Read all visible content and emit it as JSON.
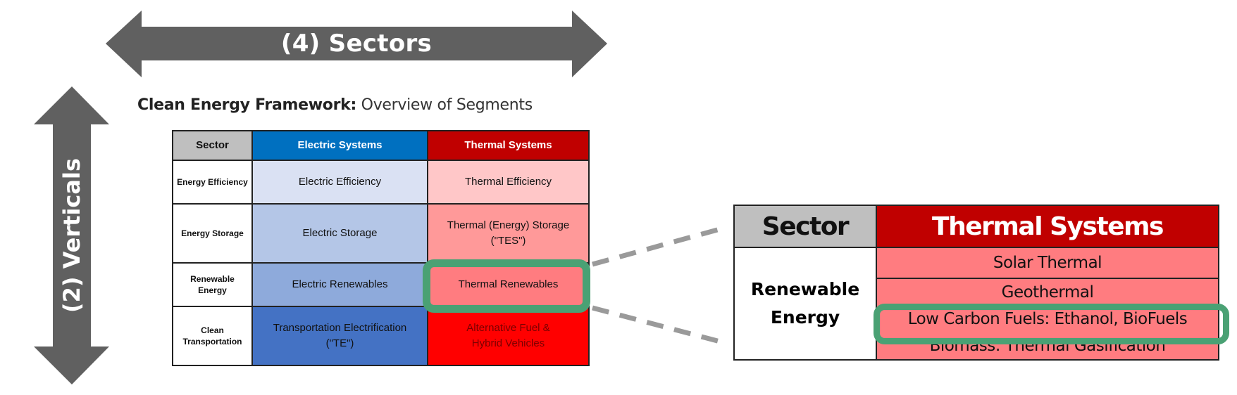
{
  "arrows": {
    "horizontal": {
      "label": "(4) Sectors",
      "direction": "left-right",
      "color": "#606060"
    },
    "vertical": {
      "label": "(2) Verticals",
      "direction": "up-down",
      "color": "#606060"
    }
  },
  "title": {
    "bold": "Clean Energy Framework:",
    "regular": "Overview of Segments"
  },
  "overview_table": {
    "headers": [
      {
        "label": "Sector",
        "bg": "#bfbfbf",
        "color": "#111111"
      },
      {
        "label": "Electric Systems",
        "bg": "#0070c0",
        "color": "#ffffff"
      },
      {
        "label": "Thermal Systems",
        "bg": "#c00000",
        "color": "#ffffff"
      }
    ],
    "rows": [
      {
        "sector": "Energy Efficiency",
        "electric": "Electric Efficiency",
        "electric_bg": "#dae1f3",
        "thermal": "Thermal Efficiency",
        "thermal_bg": "#ffc7c8",
        "thermal_color": "#111111"
      },
      {
        "sector": "Energy Storage",
        "electric": "Electric Storage",
        "electric_bg": "#b4c6e7",
        "thermal": "Thermal (Energy) Storage (\"TES\")",
        "thermal_bg": "#ff9999",
        "thermal_color": "#111111"
      },
      {
        "sector": "Renewable Energy",
        "electric": "Electric Renewables",
        "electric_bg": "#8eaadb",
        "thermal": "Thermal Renewables",
        "thermal_bg": "#ff7c80",
        "thermal_color": "#111111",
        "highlighted": true
      },
      {
        "sector": "Clean Transportation",
        "electric": "Transportation Electrification (\"TE\")",
        "electric_bg": "#4472c4",
        "thermal": "Alternative Fuel & Hybrid Vehicles",
        "thermal_bg": "#ff0000",
        "thermal_color": "#7a0000"
      }
    ]
  },
  "detail_table": {
    "headers": [
      {
        "label": "Sector",
        "bg": "#bfbfbf",
        "color": "#111111"
      },
      {
        "label": "Thermal Systems",
        "bg": "#c00000",
        "color": "#ffffff"
      }
    ],
    "sector": "Renewable Energy",
    "items": [
      {
        "label": "Solar Thermal"
      },
      {
        "label": "Geothermal"
      },
      {
        "label": "Low Carbon Fuels: Ethanol, BioFuels",
        "highlighted": true
      },
      {
        "label": "Biomass: Thermal Gasification"
      }
    ]
  },
  "colors": {
    "highlight": "#4aa174",
    "connector": "#9a9a9a",
    "arrow": "#606060"
  }
}
